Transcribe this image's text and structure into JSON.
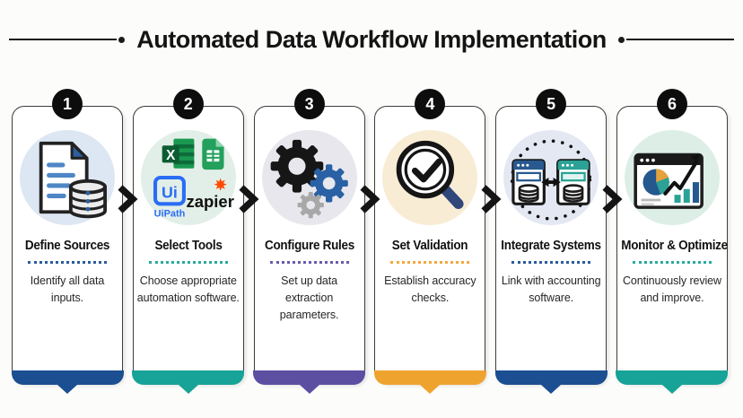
{
  "header": {
    "title": "Automated Data Workflow Implementation"
  },
  "steps": [
    {
      "number": "1",
      "title": "Define Sources",
      "description": "Identify all data inputs.",
      "icon": "document-database-icon",
      "accent_color": "#1b4f91",
      "icon_bg": "#dde7f3"
    },
    {
      "number": "2",
      "title": "Select Tools",
      "description": "Choose appropriate automation software.",
      "icon": "automation-tool-logos-icon",
      "accent_color": "#17a398",
      "icon_bg": "#e2efe8",
      "logos": {
        "excel_mark": "X",
        "uipath_mark": "Ui",
        "uipath_label": "UiPath",
        "zapier_label": "zapier"
      }
    },
    {
      "number": "3",
      "title": "Configure Rules",
      "description": "Set up data extraction parameters.",
      "icon": "gears-icon",
      "accent_color": "#5c4fa2",
      "icon_bg": "#e7e7ed"
    },
    {
      "number": "4",
      "title": "Set Validation",
      "description": "Establish accuracy checks.",
      "icon": "magnifier-check-icon",
      "accent_color": "#efa32f",
      "icon_bg": "#f8ecd5"
    },
    {
      "number": "5",
      "title": "Integrate Systems",
      "description": "Link with accounting software.",
      "icon": "systems-sync-icon",
      "accent_color": "#1b4f91",
      "icon_bg": "#e3e8f3"
    },
    {
      "number": "6",
      "title": "Monitor & Optimize",
      "description": "Continuously review and improve.",
      "icon": "dashboard-trend-icon",
      "accent_color": "#17a398",
      "icon_bg": "#ddeee7"
    }
  ]
}
